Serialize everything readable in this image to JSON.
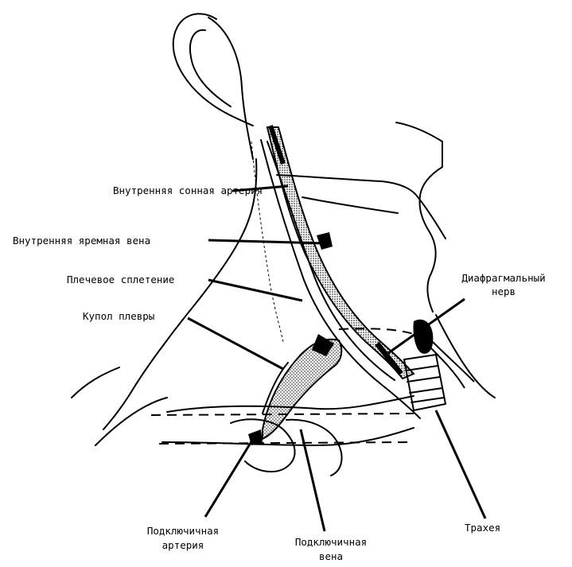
{
  "labels": {
    "internal_carotid": "Внутренняя сонная артерия",
    "internal_jugular": "Внутренняя яремная вена",
    "brachial_plexus": "Плечевое сплетение",
    "pleura_dome": "Купол плевры",
    "phrenic_line1": "Диафрагмальный",
    "phrenic_line2": "нерв",
    "subclavian_artery_line1": "Подключичная",
    "subclavian_artery_line2": "артерия",
    "subclavian_vein_line1": "Подключичная",
    "subclavian_vein_line2": "вена",
    "trachea": "Трахея"
  },
  "colors": {
    "ink": "#000000",
    "background": "#ffffff"
  }
}
